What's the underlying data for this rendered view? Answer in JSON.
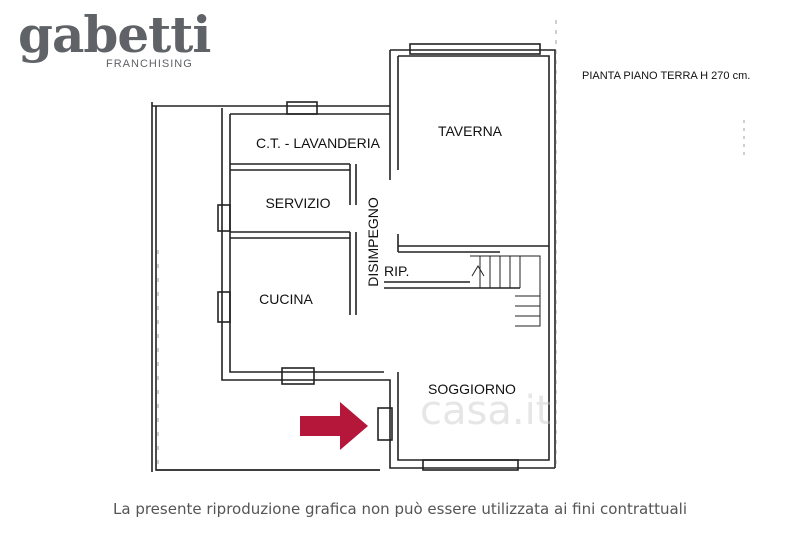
{
  "brand": {
    "name": "gabetti",
    "subtitle": "FRANCHISING"
  },
  "plan_title": "PIANTA PIANO TERRA H 270 cm.",
  "rooms": {
    "lavanderia": "C.T. - LAVANDERIA",
    "taverna": "TAVERNA",
    "servizio": "SERVIZIO",
    "disimpegno": "DISIMPEGNO",
    "rip": "RIP.",
    "cucina": "CUCINA",
    "soggiorno": "SOGGIORNO"
  },
  "watermark": "casa.it",
  "disclaimer": "La presente riproduzione grafica non può essere utilizzata ai fini contrattuali",
  "colors": {
    "wall": "#222222",
    "logo": "#5f6266",
    "arrow": "#b5173a"
  }
}
